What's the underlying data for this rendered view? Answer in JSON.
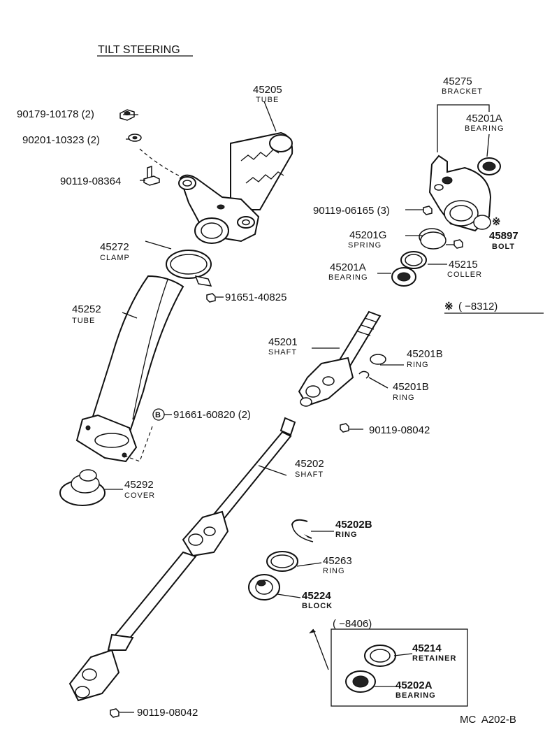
{
  "title": "TILT STEERING",
  "footer_code": "MC  A202-B",
  "range_note_1": {
    "mark": "※",
    "text": "(        −8312)"
  },
  "range_note_2": {
    "text": "(      −8406)"
  },
  "parts": [
    {
      "id": "p-90179",
      "number": "90179-10178 (2)",
      "name": ""
    },
    {
      "id": "p-90201",
      "number": "90201-10323 (2)",
      "name": ""
    },
    {
      "id": "p-90119-08364",
      "number": "90119-08364",
      "name": ""
    },
    {
      "id": "p-45205",
      "number": "45205",
      "name": "TUBE"
    },
    {
      "id": "p-45272",
      "number": "45272",
      "name": "CLAMP"
    },
    {
      "id": "p-91651",
      "number": "91651-40825",
      "name": ""
    },
    {
      "id": "p-45252",
      "number": "45252",
      "name": "TUBE"
    },
    {
      "id": "p-91661",
      "number": "91661-60820 (2)",
      "name": "",
      "badge": "B"
    },
    {
      "id": "p-45292",
      "number": "45292",
      "name": "COVER"
    },
    {
      "id": "p-45275",
      "number": "45275",
      "name": "BRACKET"
    },
    {
      "id": "p-45201A-top",
      "number": "45201A",
      "name": "BEARING"
    },
    {
      "id": "p-90119-06165",
      "number": "90119-06165 (3)",
      "name": ""
    },
    {
      "id": "p-45897",
      "number": "45897",
      "name": "BOLT",
      "mark": "※"
    },
    {
      "id": "p-45201G",
      "number": "45201G",
      "name": "SPRING"
    },
    {
      "id": "p-45201A-low",
      "number": "45201A",
      "name": "BEARING"
    },
    {
      "id": "p-45215",
      "number": "45215",
      "name": "COLLER"
    },
    {
      "id": "p-45201",
      "number": "45201",
      "name": "SHAFT"
    },
    {
      "id": "p-45201B-1",
      "number": "45201B",
      "name": "RING"
    },
    {
      "id": "p-45201B-2",
      "number": "45201B",
      "name": "RING"
    },
    {
      "id": "p-90119-08042-a",
      "number": "90119-08042",
      "name": ""
    },
    {
      "id": "p-45202",
      "number": "45202",
      "name": "SHAFT"
    },
    {
      "id": "p-45202B",
      "number": "45202B",
      "name": "RING"
    },
    {
      "id": "p-45263",
      "number": "45263",
      "name": "RING"
    },
    {
      "id": "p-45224",
      "number": "45224",
      "name": "BLOCK"
    },
    {
      "id": "p-45214",
      "number": "45214",
      "name": "RETAINER"
    },
    {
      "id": "p-45202A",
      "number": "45202A",
      "name": "BEARING"
    },
    {
      "id": "p-90119-08042-b",
      "number": "90119-08042",
      "name": ""
    }
  ]
}
